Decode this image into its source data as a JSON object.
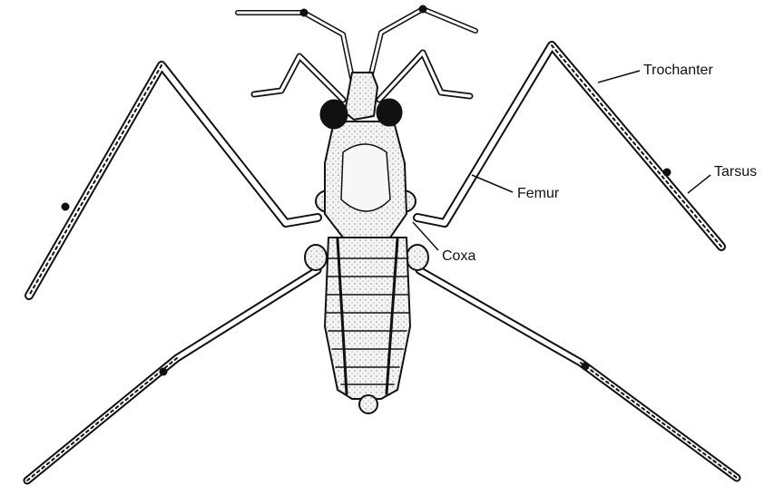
{
  "figure": {
    "labels": {
      "trochanter": "Trochanter",
      "tarsus": "Tarsus",
      "femur": "Femur",
      "coxa": "Coxa"
    },
    "colors": {
      "ink": "#111111",
      "background": "#ffffff",
      "body_fill": "#f3f3f3"
    }
  }
}
